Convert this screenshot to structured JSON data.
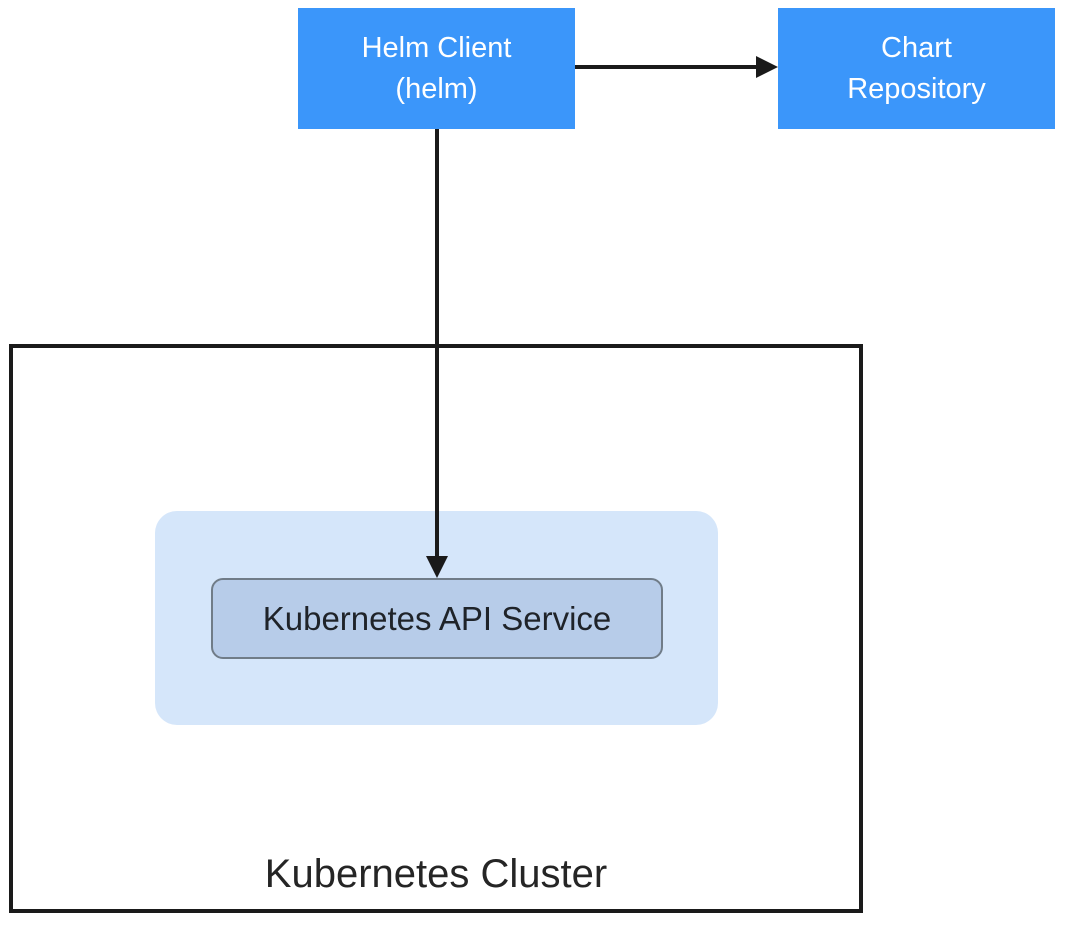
{
  "diagram": {
    "type": "architecture-diagram",
    "nodes": {
      "helm_client": {
        "label": "Helm Client\n(helm)"
      },
      "chart_repository": {
        "label": "Chart\nRepository"
      },
      "kubernetes_api_service": {
        "label": "Kubernetes API Service"
      },
      "kubernetes_cluster": {
        "label": "Kubernetes Cluster"
      }
    },
    "edges": [
      {
        "from": "helm-client",
        "to": "chart-repository",
        "direction": "right",
        "style": "solid-black-arrow"
      },
      {
        "from": "helm-client",
        "to": "kubernetes-api-service",
        "direction": "down",
        "style": "solid-black-arrow"
      }
    ],
    "colors": {
      "node_fill_blue": "#3B96FA",
      "node_text": "#FFFFFF",
      "inner_area_fill": "#D5E6FA",
      "api_service_fill": "#B7CCE9",
      "api_service_border": "#707C88",
      "cluster_border": "#1A1A1A",
      "arrow": "#1A1A1A",
      "label_text": "#252525",
      "background": "#FFFFFF"
    }
  }
}
